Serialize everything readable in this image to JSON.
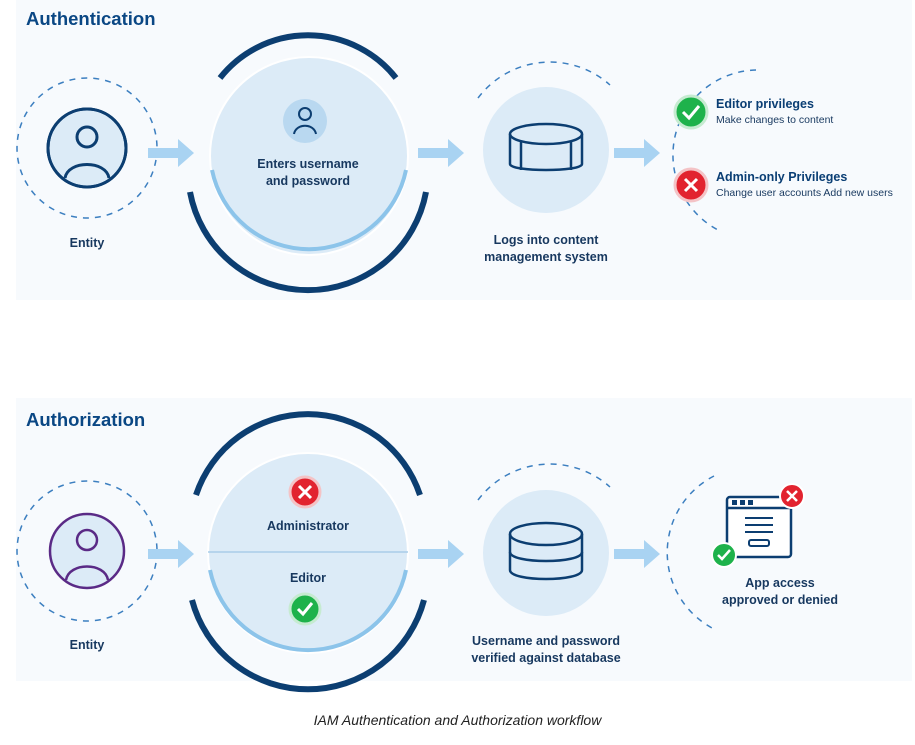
{
  "authentication": {
    "title": "Authentication",
    "entity_label": "Entity",
    "step1_label_line1": "Enters username",
    "step1_label_line2": "and password",
    "step2_label_line1": "Logs into content",
    "step2_label_line2": "management system",
    "editor": {
      "title": "Editor privileges",
      "desc": "Make changes to content",
      "status": "allowed"
    },
    "admin": {
      "title": "Admin-only Privileges",
      "desc": "Change user accounts Add new users",
      "status": "denied"
    }
  },
  "authorization": {
    "title": "Authorization",
    "entity_label": "Entity",
    "role_admin": "Administrator",
    "role_editor": "Editor",
    "step2_label_line1": "Username and password",
    "step2_label_line2": "verified against database",
    "result_line1": "App access",
    "result_line2": "approved or denied"
  },
  "caption": "IAM Authentication and Authorization workflow",
  "colors": {
    "dark_navy": "#0c3e71",
    "light_blue": "#dcebf7",
    "arrow_blue": "#a9d3f2",
    "success_green": "#1eb24b",
    "deny_red": "#e2232f",
    "entity_purple": "#5a2a86"
  },
  "icons": [
    "user-icon",
    "check-icon",
    "cross-icon",
    "database-icon",
    "app-window-icon",
    "arrow-right-icon"
  ]
}
